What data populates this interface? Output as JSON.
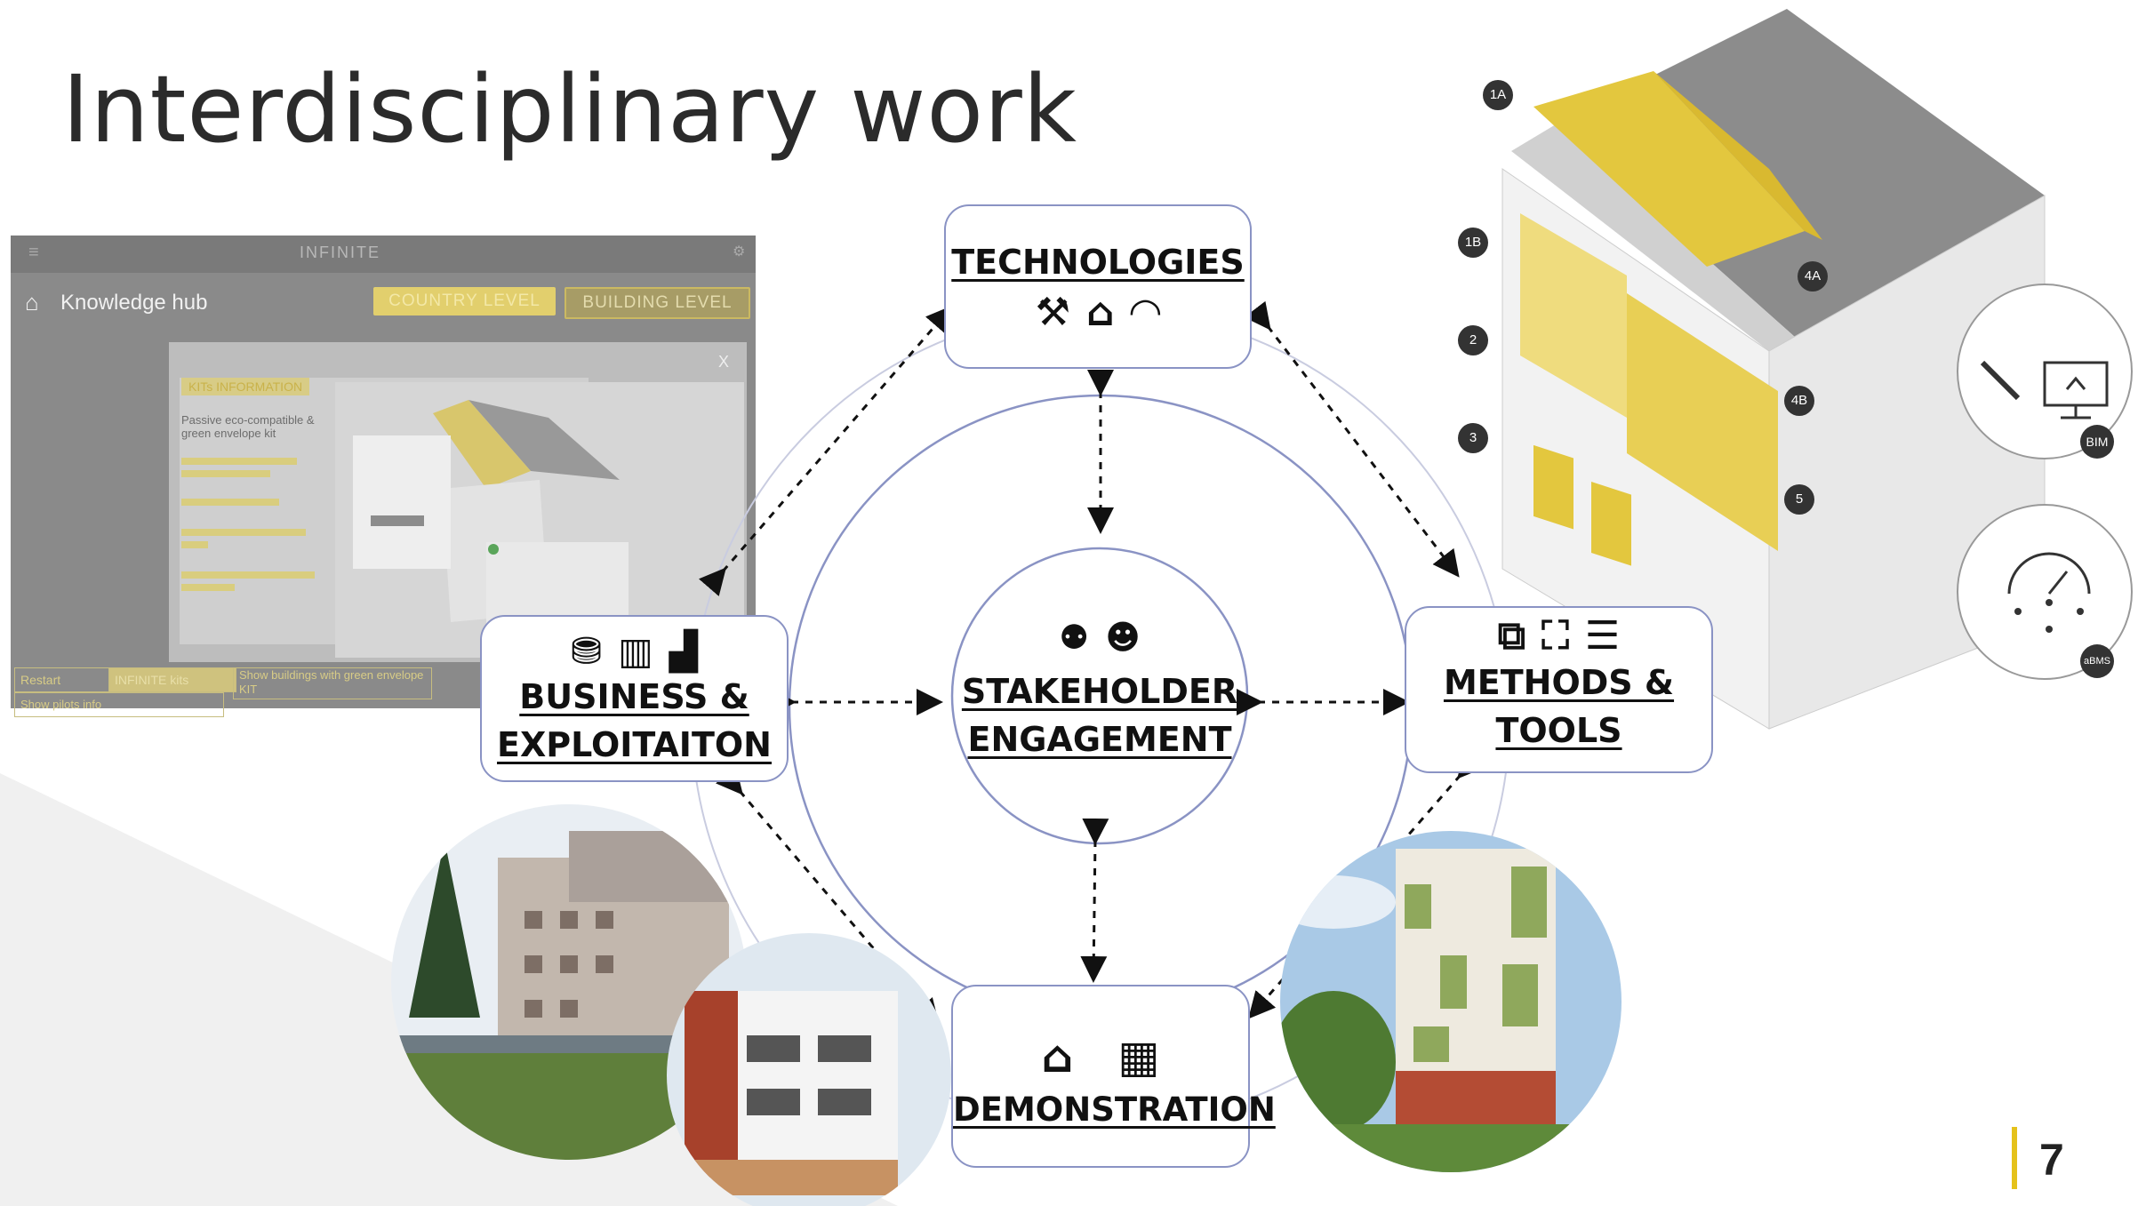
{
  "title": "Interdisciplinary work",
  "page_number": "7",
  "colors": {
    "accent": "#e5c21b",
    "node_border": "#8a93c4",
    "circle_stroke": "#9aa0c6",
    "title": "#2b2b2b"
  },
  "nodes": {
    "top": {
      "label": "TECHNOLOGIES",
      "icons": [
        "crane-icon",
        "house-icon",
        "wifi-icon"
      ]
    },
    "left": {
      "label_line1": "BUSINESS &",
      "label_line2": "EXPLOITAITON",
      "icons": [
        "coins-icon",
        "bar-chart-icon",
        "factory-icon"
      ]
    },
    "center": {
      "label_line1": "STAKEHOLDER",
      "label_line2": "ENGAGEMENT",
      "icons": [
        "meeting-icon",
        "person-icon"
      ]
    },
    "right": {
      "label_line1": "METHODS &",
      "label_line2": "TOOLS",
      "icons": [
        "code-window-icon",
        "presenter-icon",
        "checklist-icon"
      ]
    },
    "bottom": {
      "label": "DEMONSTRATION",
      "icons": [
        "house-icon",
        "building-icon"
      ]
    }
  },
  "knowledge_hub": {
    "title": "Knowledge hub",
    "logo": "INFINITE",
    "tab_country": "COUNTRY LEVEL",
    "tab_building": "BUILDING LEVEL",
    "kits_header": "KITs INFORMATION",
    "kit_text": "Passive eco-compatible & green envelope kit",
    "close": "X",
    "btn_restart": "Restart",
    "btn_kits": "INFINITE kits",
    "btn_pilots": "Show pilots info",
    "dropdown": "Show buildings with green envelope KIT"
  },
  "house_labels": [
    "1A",
    "1B",
    "2",
    "3",
    "4A",
    "4B",
    "5"
  ],
  "side_circles": [
    "BIM",
    "aBMS"
  ]
}
